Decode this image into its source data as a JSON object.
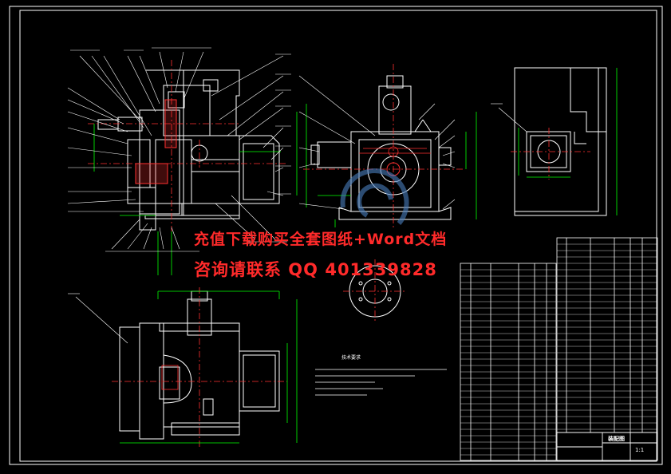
{
  "watermark": {
    "line1": "充值下载购买全套图纸+Word文档",
    "line2": "咨询请联系 QQ 401339828"
  },
  "notes": {
    "title": "技术要求"
  },
  "title_block": {
    "name": "装配图",
    "code": "1:1"
  },
  "colors": {
    "background": "#000000",
    "lines": "#ffffff",
    "dimensions": "#00ff00",
    "centerlines": "#ff3030",
    "hatch": "#ff3030",
    "watermark": "#ff2a2a"
  }
}
